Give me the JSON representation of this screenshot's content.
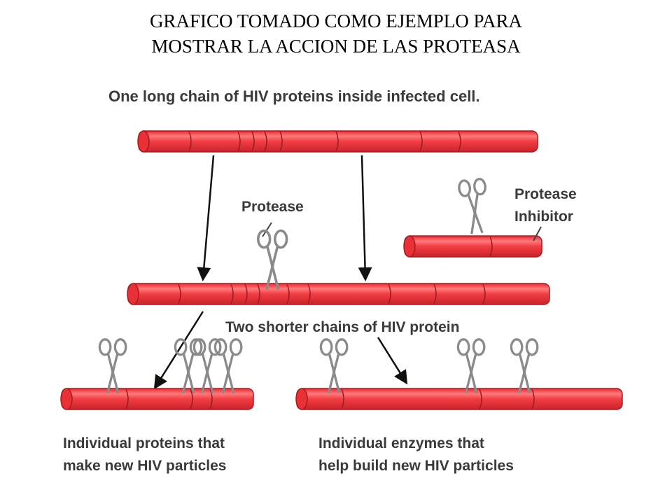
{
  "title": {
    "line1": "GRAFICO TOMADO COMO EJEMPLO PARA",
    "line2": "MOSTRAR LA ACCION DE LAS PROTEASA"
  },
  "diagram": {
    "long_chain_label": "One long chain of HIV proteins inside infected cell.",
    "protease_label": "Protease",
    "inhibitor_label_line1": "Protease",
    "inhibitor_label_line2": "Inhibitor",
    "shorter_chains_label": "Two shorter chains of HIV protein",
    "left_caption_line1": "Individual proteins that",
    "left_caption_line2": "make new HIV particles",
    "right_caption_line1": "Individual enzymes that",
    "right_caption_line2": "help build new HIV particles"
  },
  "colors": {
    "chain_fill": "#f0393e",
    "chain_dark": "#b41c22",
    "chain_highlight": "#ff8a8a",
    "scissors": "#8a8a8a"
  }
}
